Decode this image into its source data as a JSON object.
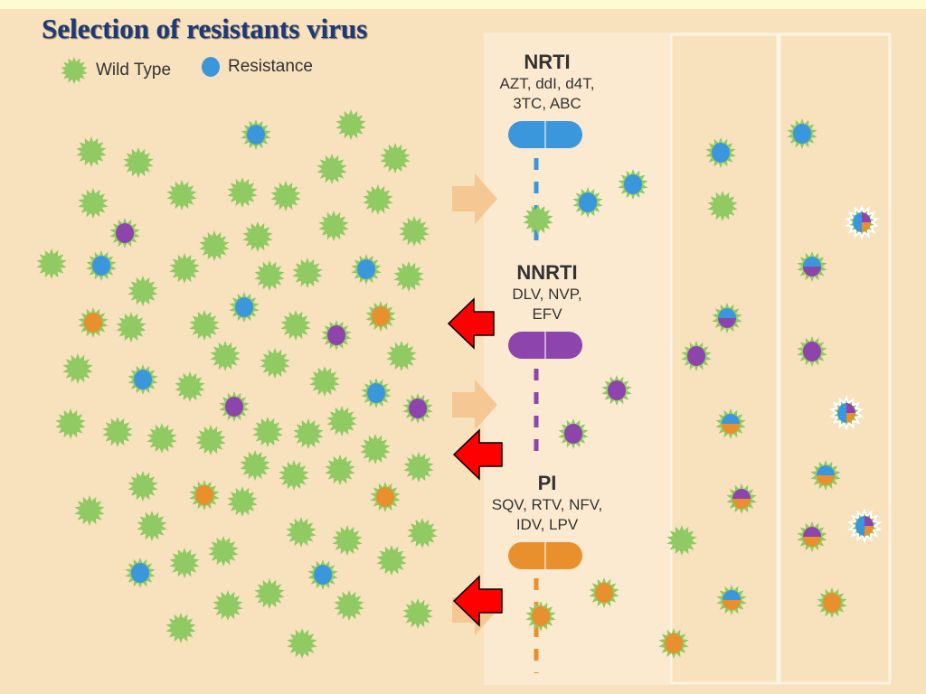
{
  "title": "Selection of resistants virus",
  "legend": {
    "wild_type": "Wild Type",
    "resistance": "Resistance"
  },
  "colors": {
    "background": "#f8e1bd",
    "panel_light": "#fbead0",
    "wild_type_green": "#8fca62",
    "nrti_blue": "#3b97dc",
    "nnrti_purple": "#8e44ad",
    "pi_orange": "#e8902d",
    "red_arrow": "#ff0000",
    "tan_arrow": "#f5c792",
    "title_blue": "#1b3a7a"
  },
  "drugs": [
    {
      "name": "NRTI",
      "list_line1": "AZT, ddI, d4T,",
      "list_line2": "3TC, ABC",
      "color": "#3b97dc"
    },
    {
      "name": "NNRTI",
      "list_line1": "DLV, NVP,",
      "list_line2": "EFV",
      "color": "#8e44ad"
    },
    {
      "name": "PI",
      "list_line1": "SQV, RTV, NFV,",
      "list_line2": "IDV, LPV",
      "color": "#e8902d"
    }
  ],
  "icons": {
    "wild_type": "green-spiky-virus-icon",
    "resistance": "blue-dot-icon",
    "selection_arrow": "tan-arrow-icon",
    "rejection_arrow": "red-arrow-icon"
  }
}
